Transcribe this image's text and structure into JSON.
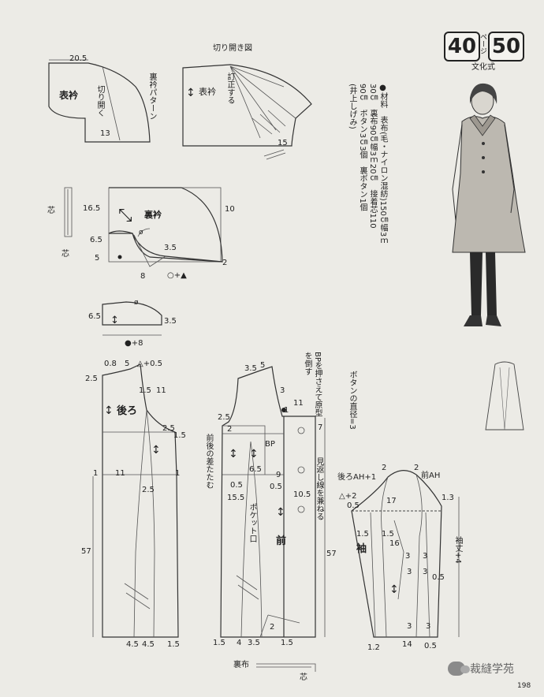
{
  "header": {
    "cut_open_title": "切り開き図",
    "page_left": "40",
    "page_mid": "ページ",
    "page_right": "50",
    "source": "文化式"
  },
  "materials": {
    "lines": [
      "●材料　表布(毛・ナイロン混紡)150㎝幅3ｍ",
      "30㎝　裏布90㎝幅3ｍ20㎝　接着芯110",
      "90㎝　ボタン3㎝3個　裏ボタン1個",
      "(井上しげみ)"
    ]
  },
  "collar_section": {
    "top_width": "20.5",
    "collar_label": "表衿",
    "cut_label": "切り開く",
    "under_collar_label": "裏衿パターン",
    "measure_13": "13",
    "correct_label": "訂正する",
    "measure_15": "15",
    "core_label_1": "芯",
    "core_label_2": "芯",
    "under_collar_draft": "裏衿",
    "m_16_5": "16.5",
    "m_10": "10",
    "m_6_5": "6.5",
    "m_5": "5",
    "m_3_5": "3.5",
    "m_2": "2",
    "m_8": "8",
    "circle_tri": "○+▲",
    "circle": "ø"
  },
  "small_piece": {
    "m_6_5": "6.5",
    "m_3_5": "3.5",
    "circle": "ø",
    "dot_plus_8": "●+8"
  },
  "back": {
    "label": "後ろ",
    "m_0_8": "0.8",
    "m_5": "5",
    "m_delta": "△+0.5",
    "m_2_5": "2.5",
    "m_1_5": "1.5",
    "m_11": "11",
    "m_2_5b": "2.5",
    "m_1_5b": "1.5",
    "m_1": "1",
    "m_11b": "11",
    "m_1b": "1",
    "m_2_5c": "2.5",
    "m_57": "57",
    "m_4_5a": "4.5",
    "m_4_5b": "4.5",
    "m_1_5c": "1.5"
  },
  "front": {
    "label": "前",
    "bp_note": "BPを押さえて原型を倒す",
    "fold_note": "前後の差たたむ",
    "pocket_label": "ポケット口",
    "facing_note": "見返し線を兼ねる",
    "button_note": "ボタンの直径=3",
    "bp": "BP",
    "m_3_5": "3.5",
    "m_5": "5",
    "m_3": "3",
    "m_11": "11",
    "m_1": "1",
    "m_2_5": "2.5",
    "m_2": "2",
    "m_7": "7",
    "m_0_5": "0.5",
    "m_6_5": "6.5",
    "m_9": "9",
    "m_0_5b": "0.5",
    "m_15_5": "15.5",
    "m_10_5": "10.5",
    "m_57": "57",
    "m_1_5": "1.5",
    "m_4": "4",
    "m_3_5b": "3.5",
    "m_2b": "2",
    "m_1_5b": "1.5",
    "lining_label": "裏布",
    "core_label": "芯"
  },
  "sleeve": {
    "label": "袖",
    "back_ah": "後ろAH+1",
    "front_ah": "前AH",
    "m_2a": "2",
    "m_2b": "2",
    "m_delta": "△+2",
    "m_0_5": "0.5",
    "m_17": "17",
    "m_1_3": "1.3",
    "m_1_5": "1.5",
    "m_1_5b": "1.5",
    "m_16": "16",
    "m_3a": "3",
    "m_3b": "3",
    "m_3c": "3",
    "m_3d": "3",
    "m_0_5b": "0.5",
    "m_3e": "3",
    "m_3f": "3",
    "m_1_2": "1.2",
    "m_14": "14",
    "m_0_5c": "0.5",
    "sleeve_length": "袖丈+4"
  },
  "watermark": {
    "text": "裁縫学苑"
  },
  "page_number": "198"
}
